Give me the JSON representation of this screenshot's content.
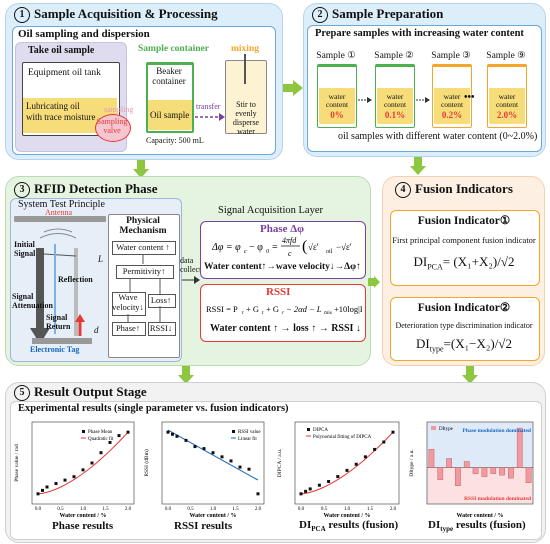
{
  "stage1": {
    "num": "1",
    "title": "Sample Acquisition & Processing",
    "subtitle": "Oil sampling and dispersion",
    "take_sample": "Take oil sample",
    "equipment_tank": "Equipment oil tank",
    "lubricating": "Lubricating oil with trace moisture",
    "sampling_label": "sampling",
    "sampling_valve": "Sampling valve",
    "sample_container": "Sample container",
    "beaker_container": "Beaker container",
    "oil_sample": "Oil sample",
    "capacity": "Capacity: 500 mL",
    "transfer": "transfer",
    "mixing": "mixing",
    "stir_text": "Stir to evenly disperse water"
  },
  "stage2": {
    "num": "2",
    "title": "Sample Preparation",
    "subtitle": "Prepare samples with increasing water content",
    "samples": [
      {
        "label": "Sample ①",
        "pct": "0%"
      },
      {
        "label": "Sample ②",
        "pct": "0.1%"
      },
      {
        "label": "Sample ③",
        "pct": "0.2%"
      },
      {
        "label": "Sample ⑨",
        "pct": "2.0%"
      }
    ],
    "water_content": "water content",
    "ellipsis": "•••",
    "caption": "oil samples with different water content (0~2.0%)"
  },
  "stage3": {
    "num": "3",
    "title": "RFID Detection Phase",
    "system_principle": "System Test Principle",
    "antenna": "Antenna",
    "initial_signal": "Initial Signal",
    "reflection": "Reflection",
    "signal_attenuation": "Signal Attenuation",
    "signal_return": "Signal Return",
    "electronic_tag": "Electronic Tag",
    "L_label": "L",
    "d_label": "d",
    "physical_mechanism": "Physical Mechanism",
    "water_content_up": "Water content ↑",
    "permitivity_up": "Permitivity↑",
    "wave_velocity": "Wave velocity↓",
    "loss_up": "Loss↑",
    "phase_up": "Phase↑",
    "rssi_down": "RSSI↓",
    "data_collection": "data collection",
    "signal_layer": "Signal Acquisition Layer",
    "phase_title": "Phase Δφ",
    "phase_chain": "Water content↑→wave velocity↓→Δφ↑",
    "rssi_title": "RSSI",
    "rssi_chain": "Water content ↑ → loss ↑ → RSSI ↓"
  },
  "stage4": {
    "num": "4",
    "title": "Fusion Indicators",
    "ind1_title": "Fusion Indicator①",
    "ind1_desc": "First principal component fusion indicator",
    "ind1_formula": "= (X₁+X₂)/√2",
    "ind1_name": "DI",
    "ind1_sub": "PCA",
    "ind2_title": "Fusion Indicator②",
    "ind2_desc": "Deterioration type discrimination indicator",
    "ind2_formula": "=(X₁−X₂)/√2",
    "ind2_name": "DI",
    "ind2_sub": "type"
  },
  "stage5": {
    "num": "5",
    "title": "Result Output Stage",
    "subtitle": "Experimental results (single parameter vs. fusion indicators)",
    "x_label": "Water content / %",
    "charts": [
      {
        "caption": "Phase results",
        "legend1": "Phase Mean",
        "legend2": "Quadratic fit",
        "ylabel": "Phase value / rad"
      },
      {
        "caption": "RSSI results",
        "legend1": "RSSI value",
        "legend2": "Linear fit",
        "ylabel": "RSSI (dBm)"
      },
      {
        "caption": "DIPCA results (fusion)",
        "caption_main": "DI",
        "caption_sub": "PCA",
        "caption_tail": " results (fusion)",
        "legend1": "DIPCA",
        "legend2": "Polynomial fitting of DIPCA",
        "ylabel": "DIPCA / a.u."
      },
      {
        "caption": "DItype results (fusion)",
        "caption_main": "DI",
        "caption_sub": "type",
        "caption_tail": " results (fusion)",
        "legend1": "DItype",
        "ylabel": "DItype / a.u.",
        "note_top": "Phase modulation dominated",
        "note_bottom": "RSSI modulation dominated"
      }
    ]
  },
  "chart_data": [
    {
      "type": "scatter",
      "x": [
        0.0,
        0.1,
        0.2,
        0.4,
        0.6,
        0.8,
        1.0,
        1.2,
        1.4,
        1.6,
        1.8,
        2.0
      ],
      "values": [
        0.25,
        0.3,
        0.35,
        0.4,
        0.45,
        0.5,
        0.6,
        0.7,
        0.85,
        1.0,
        1.1,
        1.15
      ],
      "xlabel": "Water content / %",
      "ylabel": "Phase value / rad"
    },
    {
      "type": "scatter",
      "x": [
        0.0,
        0.1,
        0.2,
        0.4,
        0.6,
        0.8,
        1.0,
        1.2,
        1.4,
        1.6,
        1.8,
        2.0
      ],
      "values": [
        -76.2,
        -76.3,
        -76.4,
        -76.6,
        -76.9,
        -77.0,
        -77.2,
        -77.4,
        -77.6,
        -77.9,
        -78.0,
        -79.2
      ],
      "xlabel": "Water content / %",
      "ylabel": "RSSI (dBm)"
    },
    {
      "type": "scatter",
      "x": [
        0.0,
        0.1,
        0.2,
        0.4,
        0.6,
        0.8,
        1.0,
        1.2,
        1.4,
        1.6,
        1.8,
        2.0
      ],
      "values": [
        -2.4,
        -2.2,
        -2.0,
        -1.7,
        -1.4,
        -1.0,
        -0.5,
        0.0,
        0.6,
        1.2,
        1.8,
        2.6
      ],
      "xlabel": "Water content / %",
      "ylabel": "DIPCA / a.u."
    },
    {
      "type": "bar",
      "categories": [
        "0.0",
        "0.1",
        "0.2",
        "0.4",
        "0.6",
        "0.8",
        "1.0",
        "1.2",
        "1.4",
        "1.6",
        "1.8",
        "2.0"
      ],
      "values": [
        0.6,
        -0.4,
        0.3,
        -0.6,
        0.2,
        -0.2,
        -0.3,
        -0.2,
        -0.25,
        -0.35,
        1.3,
        -0.5
      ],
      "xlabel": "Water content / %",
      "ylabel": "DItype / a.u."
    }
  ],
  "colors": {
    "stage1_bg": "#dceefa",
    "stage2_bg": "#dceefa",
    "stage3_bg": "#e4f4e0",
    "stage4_bg": "#fdf0e2",
    "stage5_bg": "#f2f2f2",
    "arrow": "#8dc63f",
    "red": "#e53935",
    "purple": "#7b3fa0",
    "orange": "#f4a62a",
    "blue": "#1565c0"
  }
}
